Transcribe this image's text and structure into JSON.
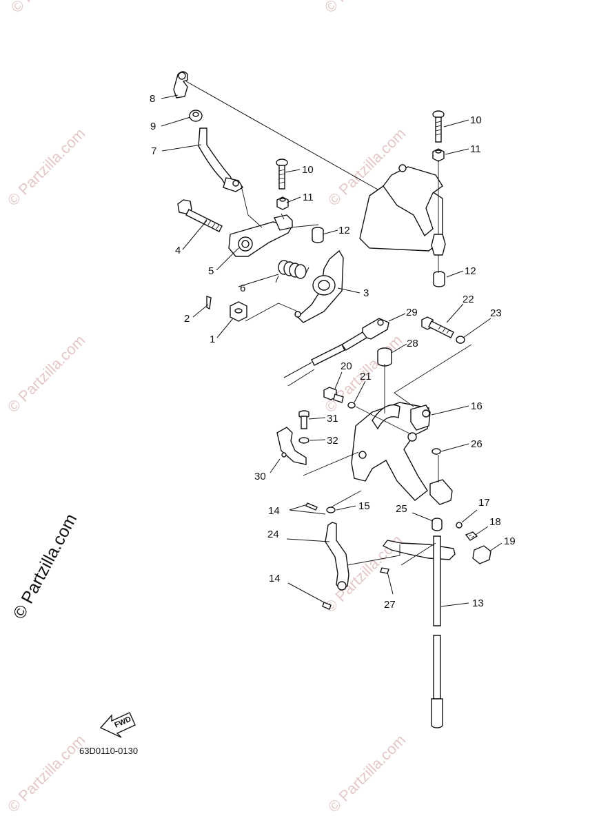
{
  "diagram": {
    "callouts": [
      {
        "id": "c8",
        "label": "8"
      },
      {
        "id": "c9",
        "label": "9"
      },
      {
        "id": "c7",
        "label": "7"
      },
      {
        "id": "c10a",
        "label": "10"
      },
      {
        "id": "c11a",
        "label": "11"
      },
      {
        "id": "c4",
        "label": "4"
      },
      {
        "id": "c12a",
        "label": "12"
      },
      {
        "id": "c5",
        "label": "5"
      },
      {
        "id": "c6",
        "label": "6"
      },
      {
        "id": "c3",
        "label": "3"
      },
      {
        "id": "c2",
        "label": "2"
      },
      {
        "id": "c1",
        "label": "1"
      },
      {
        "id": "c10b",
        "label": "10"
      },
      {
        "id": "c11b",
        "label": "11"
      },
      {
        "id": "c12b",
        "label": "12"
      },
      {
        "id": "c22",
        "label": "22"
      },
      {
        "id": "c23",
        "label": "23"
      },
      {
        "id": "c29",
        "label": "29"
      },
      {
        "id": "c28",
        "label": "28"
      },
      {
        "id": "c20",
        "label": "20"
      },
      {
        "id": "c21",
        "label": "21"
      },
      {
        "id": "c16",
        "label": "16"
      },
      {
        "id": "c31",
        "label": "31"
      },
      {
        "id": "c32",
        "label": "32"
      },
      {
        "id": "c26",
        "label": "26"
      },
      {
        "id": "c30",
        "label": "30"
      },
      {
        "id": "c14a",
        "label": "14"
      },
      {
        "id": "c15",
        "label": "15"
      },
      {
        "id": "c25",
        "label": "25"
      },
      {
        "id": "c17",
        "label": "17"
      },
      {
        "id": "c24",
        "label": "24"
      },
      {
        "id": "c18",
        "label": "18"
      },
      {
        "id": "c19",
        "label": "19"
      },
      {
        "id": "c14b",
        "label": "14"
      },
      {
        "id": "c27",
        "label": "27"
      },
      {
        "id": "c13",
        "label": "13"
      }
    ],
    "diagram_code": "63D0110-0130",
    "fwd_label": "FWD",
    "brand_mark": "© Partzilla.com",
    "watermark_text": "© Partzilla.com"
  }
}
